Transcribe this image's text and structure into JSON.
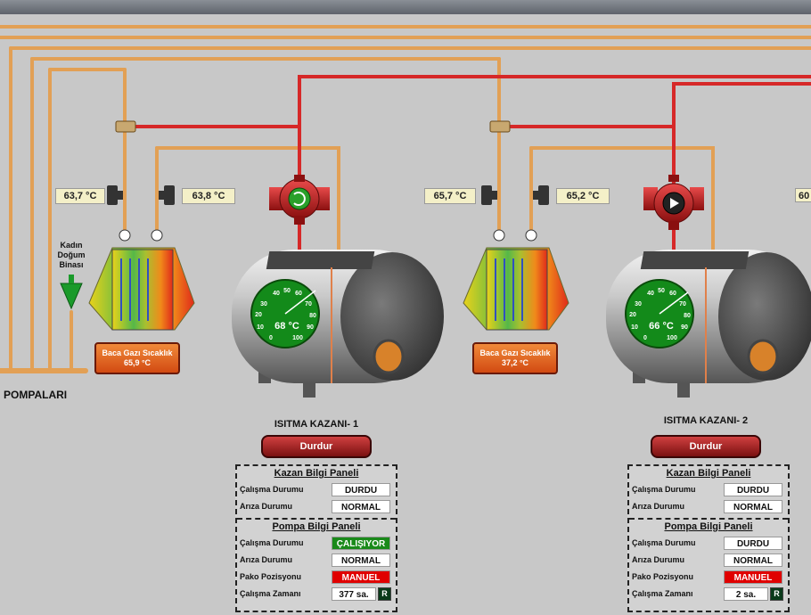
{
  "pumps_label": "POMPALARI",
  "building_label": [
    "Kadın",
    "Doğum",
    "Binası"
  ],
  "temps": {
    "t1": "63,7 °C",
    "t2": "63,8 °C",
    "t3": "65,7 °C",
    "t4": "65,2 °C",
    "t5_partial": "60"
  },
  "flue": {
    "label": "Baca Gazı Sıcaklık",
    "value1": "65,9 °C",
    "value2": "37,2 °C"
  },
  "gauge_ticks": [
    "0",
    "10",
    "20",
    "30",
    "40",
    "50",
    "60",
    "70",
    "80",
    "90",
    "100"
  ],
  "boilers": [
    {
      "title": "ISITMA KAZANI- 1",
      "gauge_value": "68 °C",
      "stop_label": "Durdur",
      "kazan_panel": {
        "title": "Kazan Bilgi Paneli",
        "rows": [
          {
            "label": "Çalışma Durumu",
            "value": "DURDU"
          },
          {
            "label": "Arıza Durumu",
            "value": "NORMAL"
          }
        ]
      },
      "pompa_panel": {
        "title": "Pompa Bilgi Paneli",
        "rows": [
          {
            "label": "Çalışma Durumu",
            "value": "ÇALIŞIYOR"
          },
          {
            "label": "Arıza Durumu",
            "value": "NORMAL"
          },
          {
            "label": "Pako Pozisyonu",
            "value": "MANUEL"
          },
          {
            "label": "Çalışma Zamanı",
            "value": "377 sa."
          }
        ],
        "reset_label": "R"
      }
    },
    {
      "title": "ISITMA KAZANI- 2",
      "gauge_value": "66 °C",
      "stop_label": "Durdur",
      "kazan_panel": {
        "title": "Kazan Bilgi Paneli",
        "rows": [
          {
            "label": "Çalışma Durumu",
            "value": "DURDU"
          },
          {
            "label": "Arıza Durumu",
            "value": "NORMAL"
          }
        ]
      },
      "pompa_panel": {
        "title": "Pompa Bilgi Paneli",
        "rows": [
          {
            "label": "Çalışma Durumu",
            "value": "DURDU"
          },
          {
            "label": "Arıza Durumu",
            "value": "NORMAL"
          },
          {
            "label": "Pako Pozisyonu",
            "value": "MANUEL"
          },
          {
            "label": "Çalışma Zamanı",
            "value": "2 sa."
          }
        ],
        "reset_label": "R"
      }
    }
  ],
  "colors": {
    "pipe_return": "#e2a055",
    "pipe_supply": "#d62828",
    "gauge_green": "#138a1a",
    "status_green": "#1a8a1a",
    "status_red": "#e00000"
  }
}
